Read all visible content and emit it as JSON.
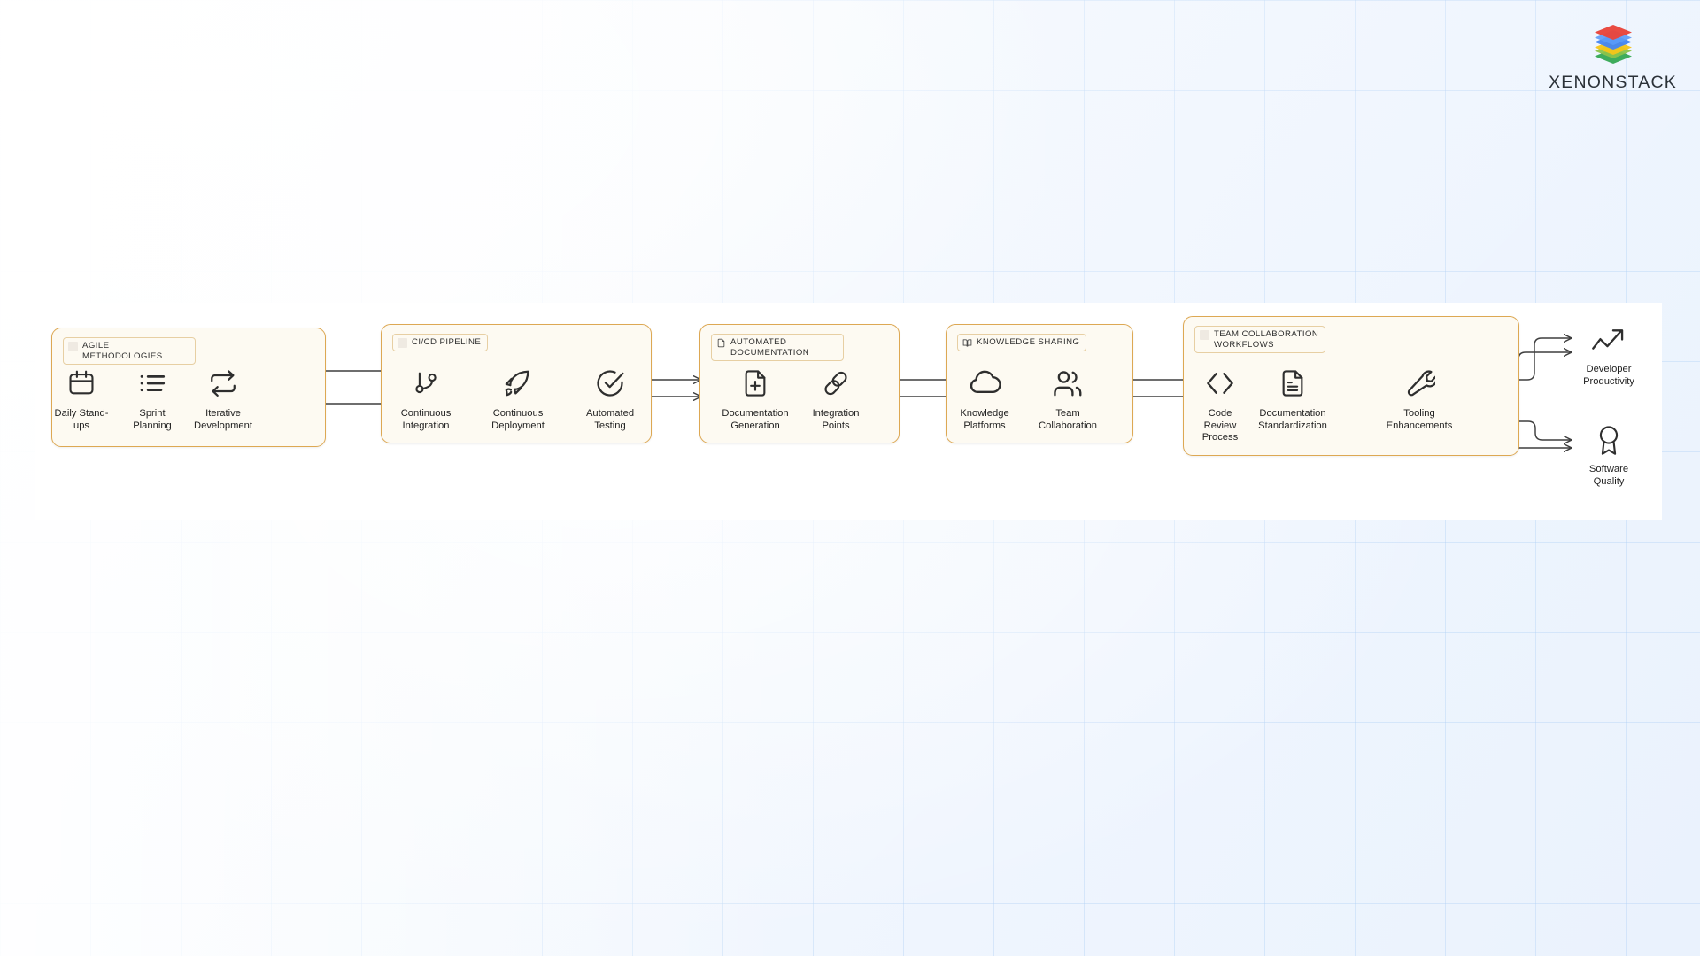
{
  "brand": {
    "wordmark": "XENONSTACK",
    "logo_icon": "stacked-layers-icon",
    "logo_colors": [
      "#e8453c",
      "#4285f4",
      "#f5c518",
      "#34a853"
    ]
  },
  "theme": {
    "group_border": "#dda853",
    "group_fill": "#fdfaf2",
    "wire": "#3f3f3f",
    "band": "#ffffff",
    "text": "#1f1f1f"
  },
  "diagram": {
    "type": "flow-pipeline",
    "groups": [
      {
        "id": "agile-methodologies",
        "label": "AGILE METHODOLOGIES",
        "label_icon": "blank-square-icon",
        "nodes": [
          {
            "id": "daily-standups",
            "label": "Daily Stand-\nups",
            "icon": "calendar-icon"
          },
          {
            "id": "sprint-planning",
            "label": "Sprint\nPlanning",
            "icon": "list-lines-icon"
          },
          {
            "id": "iterative-development",
            "label": "Iterative\nDevelopment",
            "icon": "refresh-cycle-icon"
          }
        ]
      },
      {
        "id": "cicd-pipeline",
        "label": "CI/CD PIPELINE",
        "label_icon": "blank-square-icon",
        "nodes": [
          {
            "id": "continuous-integration",
            "label": "Continuous\nIntegration",
            "icon": "git-branch-icon"
          },
          {
            "id": "continuous-deployment",
            "label": "Continuous\nDeployment",
            "icon": "rocket-icon"
          },
          {
            "id": "automated-testing",
            "label": "Automated\nTesting",
            "icon": "check-circle-icon"
          }
        ]
      },
      {
        "id": "automated-documentation",
        "label": "AUTOMATED DOCUMENTATION",
        "label_icon": "file-text-icon",
        "nodes": [
          {
            "id": "documentation-generation",
            "label": "Documentation\nGeneration",
            "icon": "file-plus-icon"
          },
          {
            "id": "integration-points",
            "label": "Integration\nPoints",
            "icon": "link-chain-icon"
          }
        ]
      },
      {
        "id": "knowledge-sharing",
        "label": "KNOWLEDGE SHARING",
        "label_icon": "open-book-icon",
        "nodes": [
          {
            "id": "knowledge-platforms",
            "label": "Knowledge\nPlatforms",
            "icon": "cloud-icon"
          },
          {
            "id": "team-collaboration",
            "label": "Team\nCollaboration",
            "icon": "users-icon"
          }
        ]
      },
      {
        "id": "team-collaboration-workflows",
        "label": "TEAM COLLABORATION\nWORKFLOWS",
        "label_icon": "blank-square-icon",
        "nodes": [
          {
            "id": "code-review-process",
            "label": "Code\nReview\nProcess",
            "icon": "code-brackets-icon"
          },
          {
            "id": "documentation-standardization",
            "label": "Documentation\nStandardization",
            "icon": "document-lines-icon"
          },
          {
            "id": "tooling-enhancements",
            "label": "Tooling\nEnhancements",
            "icon": "wrench-icon"
          }
        ]
      }
    ],
    "outcomes": [
      {
        "id": "developer-productivity",
        "label": "Developer\nProductivity",
        "icon": "trending-up-arrow-icon"
      },
      {
        "id": "software-quality",
        "label": "Software\nQuality",
        "icon": "award-badge-icon"
      }
    ]
  }
}
